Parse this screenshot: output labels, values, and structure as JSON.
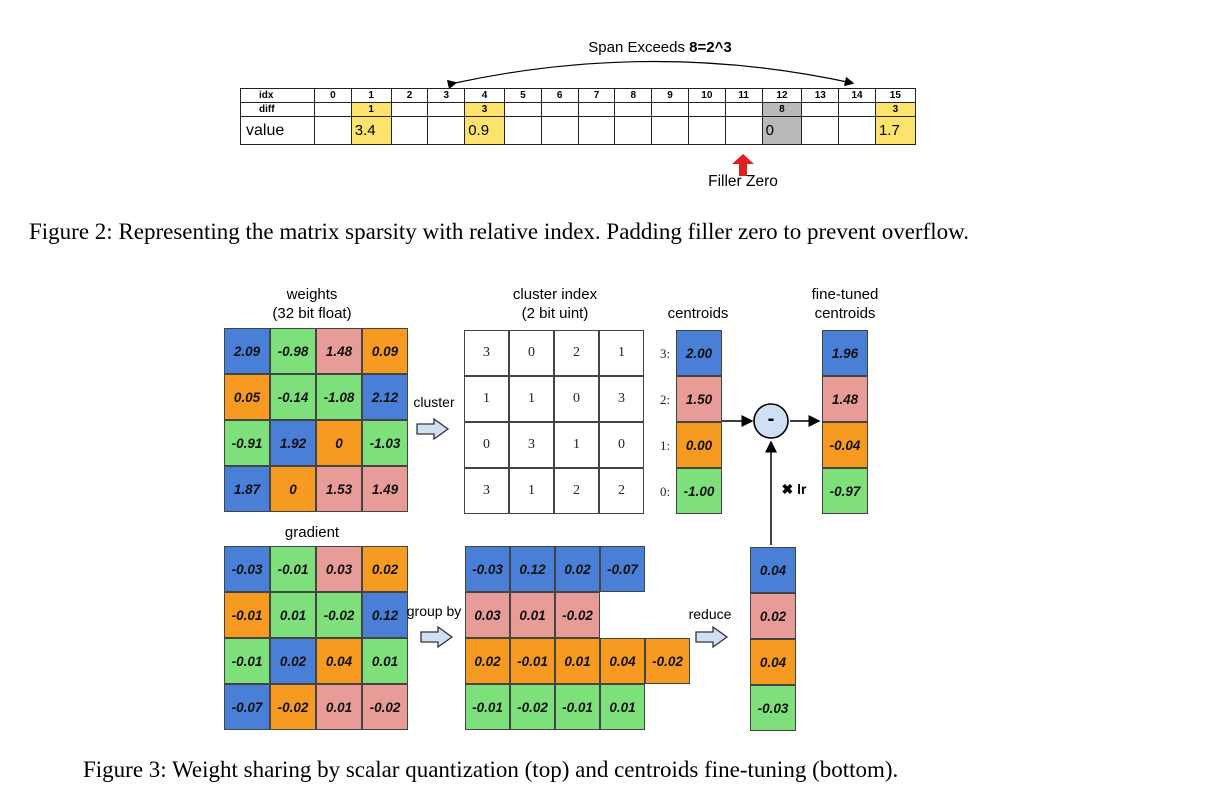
{
  "figure2": {
    "span_label_prefix": "Span Exceeds ",
    "span_label_bold": "8=2^3",
    "row_labels": [
      "idx",
      "diff",
      "value"
    ],
    "idx": [
      "0",
      "1",
      "2",
      "3",
      "4",
      "5",
      "6",
      "7",
      "8",
      "9",
      "10",
      "11",
      "12",
      "13",
      "14",
      "15"
    ],
    "diff": [
      "",
      "1",
      "",
      "",
      "3",
      "",
      "",
      "",
      "",
      "",
      "",
      "",
      "8",
      "",
      "",
      "3"
    ],
    "value": [
      "",
      "3.4",
      "",
      "",
      "0.9",
      "",
      "",
      "",
      "",
      "",
      "",
      "",
      "0",
      "",
      "",
      "1.7"
    ],
    "highlight": [
      "",
      "yellow",
      "",
      "",
      "yellow",
      "",
      "",
      "",
      "",
      "",
      "",
      "",
      "gray",
      "",
      "",
      "yellow"
    ],
    "filler_label": "Filler Zero",
    "caption": "Figure 2: Representing the matrix sparsity with relative index. Padding filler zero to prevent overflow."
  },
  "figure3": {
    "colors": {
      "blue": "#4a7fd8",
      "green": "#7ee07a",
      "pink": "#e89c98",
      "orange": "#f79a22"
    },
    "weights_title": [
      "weights",
      "(32 bit float)"
    ],
    "weights": [
      [
        "2.09",
        "-0.98",
        "1.48",
        "0.09"
      ],
      [
        "0.05",
        "-0.14",
        "-1.08",
        "2.12"
      ],
      [
        "-0.91",
        "1.92",
        "0",
        "-1.03"
      ],
      [
        "1.87",
        "0",
        "1.53",
        "1.49"
      ]
    ],
    "weights_colors": [
      [
        "b",
        "g",
        "p",
        "o"
      ],
      [
        "o",
        "g",
        "g",
        "b"
      ],
      [
        "g",
        "b",
        "o",
        "g"
      ],
      [
        "b",
        "o",
        "p",
        "p"
      ]
    ],
    "cluster_label": "cluster",
    "cluster_index_title": [
      "cluster index",
      "(2 bit uint)"
    ],
    "cluster_index": [
      [
        "3",
        "0",
        "2",
        "1"
      ],
      [
        "1",
        "1",
        "0",
        "3"
      ],
      [
        "0",
        "3",
        "1",
        "0"
      ],
      [
        "3",
        "1",
        "2",
        "2"
      ]
    ],
    "centroids_title": "centroids",
    "centroid_indices": [
      "3:",
      "2:",
      "1:",
      "0:"
    ],
    "centroids": [
      "2.00",
      "1.50",
      "0.00",
      "-1.00"
    ],
    "centroids_colors": [
      "b",
      "p",
      "o",
      "g"
    ],
    "finetuned_title": [
      "fine-tuned",
      "centroids"
    ],
    "finetuned": [
      "1.96",
      "1.48",
      "-0.04",
      "-0.97"
    ],
    "minus_symbol": "-",
    "lr_label": "✖ lr",
    "gradient_title": "gradient",
    "gradient": [
      [
        "-0.03",
        "-0.01",
        "0.03",
        "0.02"
      ],
      [
        "-0.01",
        "0.01",
        "-0.02",
        "0.12"
      ],
      [
        "-0.01",
        "0.02",
        "0.04",
        "0.01"
      ],
      [
        "-0.07",
        "-0.02",
        "0.01",
        "-0.02"
      ]
    ],
    "gradient_colors": [
      [
        "b",
        "g",
        "p",
        "o"
      ],
      [
        "o",
        "g",
        "g",
        "b"
      ],
      [
        "g",
        "b",
        "o",
        "g"
      ],
      [
        "b",
        "o",
        "p",
        "p"
      ]
    ],
    "group_by_label": "group by",
    "grouped": [
      [
        "-0.03",
        "0.12",
        "0.02",
        "-0.07"
      ],
      [
        "0.03",
        "0.01",
        "-0.02"
      ],
      [
        "0.02",
        "-0.01",
        "0.01",
        "0.04",
        "-0.02"
      ],
      [
        "-0.01",
        "-0.02",
        "-0.01",
        "0.01"
      ]
    ],
    "grouped_colors": [
      "b",
      "p",
      "o",
      "g"
    ],
    "reduce_label": "reduce",
    "reduced": [
      "0.04",
      "0.02",
      "0.04",
      "-0.03"
    ],
    "caption": "Figure 3: Weight sharing by scalar quantization (top) and centroids fine-tuning (bottom)."
  }
}
